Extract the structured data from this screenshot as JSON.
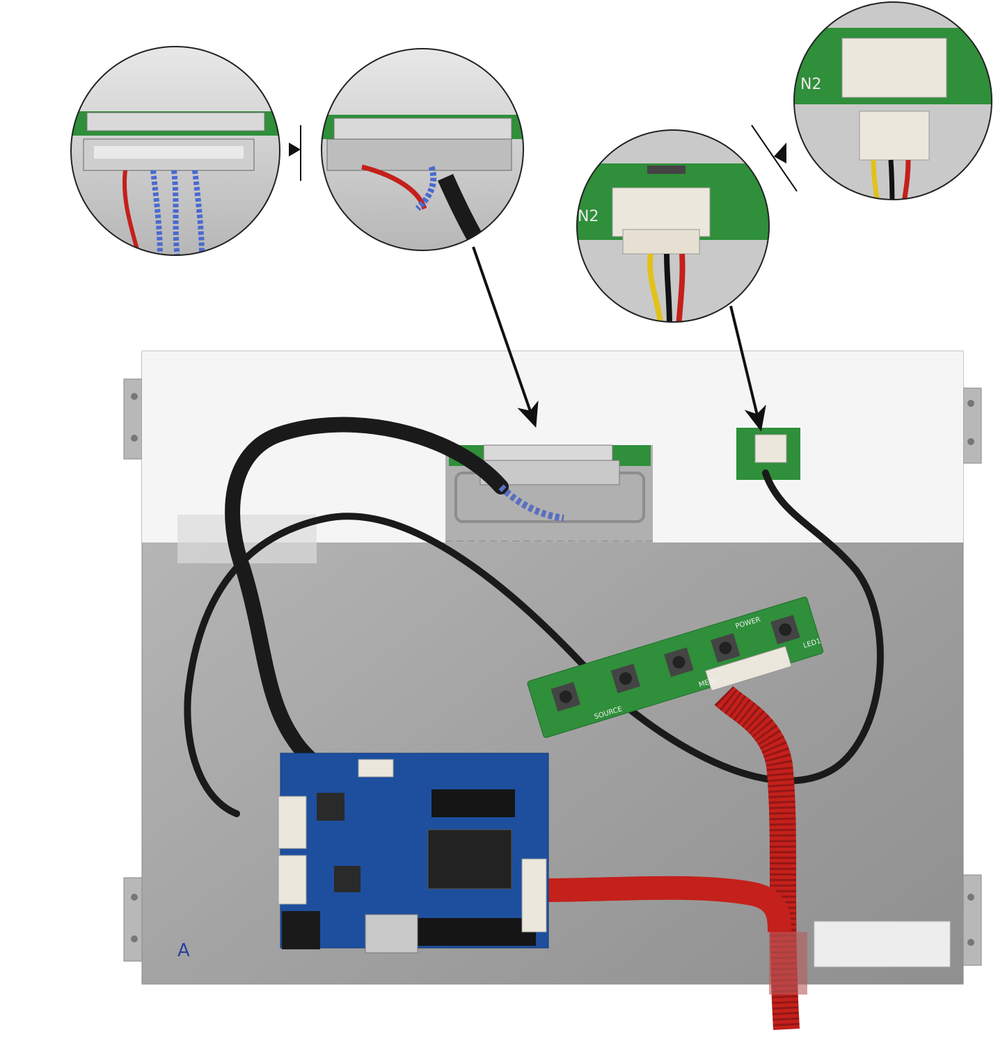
{
  "scene": {
    "colors": {
      "background": "#ffffff",
      "panel_top": "#f4f4f4",
      "panel_metal": "#a9a9a9",
      "pcb_green": "#2f8f3a",
      "pcb_blue": "#1d4f9e",
      "cable_black": "#1a1a1a",
      "ribbon_red": "#c4201c",
      "connector_white": "#ece7dc"
    },
    "labels": {
      "zoom_cn2_left": "N2",
      "zoom_cn2_right": "N2",
      "keypad_source": "SOURCE",
      "keypad_power": "POWER",
      "keypad_menu": "MENU",
      "keypad_led": "LED1",
      "panel_mark": "A"
    }
  }
}
